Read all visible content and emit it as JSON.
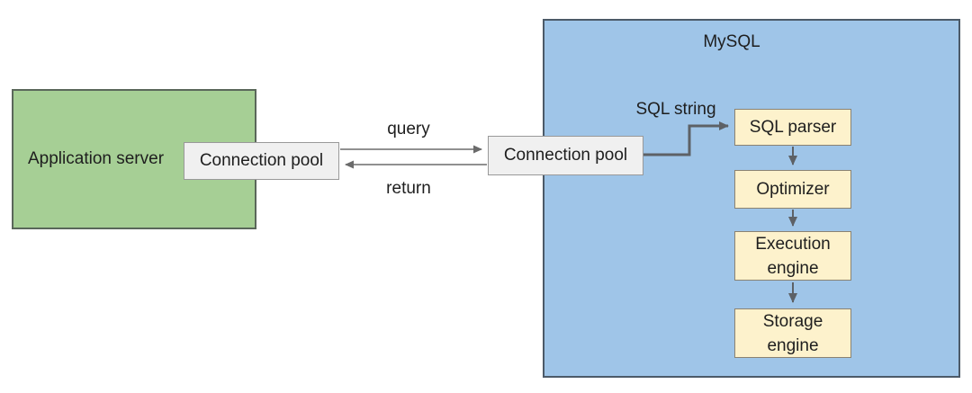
{
  "application_server": {
    "label": "Application server"
  },
  "app_connection_pool": {
    "label": "Connection pool"
  },
  "mysql": {
    "title": "MySQL",
    "connection_pool": {
      "label": "Connection pool"
    },
    "sql_parser": {
      "label": "SQL parser"
    },
    "optimizer": {
      "label": "Optimizer"
    },
    "execution_engine": {
      "label": "Execution engine"
    },
    "storage_engine": {
      "label": "Storage engine"
    }
  },
  "edges": {
    "query_label": "query",
    "return_label": "return",
    "sql_string_label": "SQL string"
  },
  "colors": {
    "app_server_fill": "#a6cf95",
    "app_server_border": "#5a675a",
    "mysql_fill": "#9fc5e8",
    "mysql_border": "#4c5a68",
    "stage_fill": "#fdf2cc",
    "stage_border": "#8a8272",
    "pool_fill": "#f0f0f0",
    "pool_border": "#999999",
    "arrow_thin": "#6b6b6b",
    "arrow_thick": "#5d6166",
    "text": "#1e1e1e",
    "background": "#ffffff"
  }
}
